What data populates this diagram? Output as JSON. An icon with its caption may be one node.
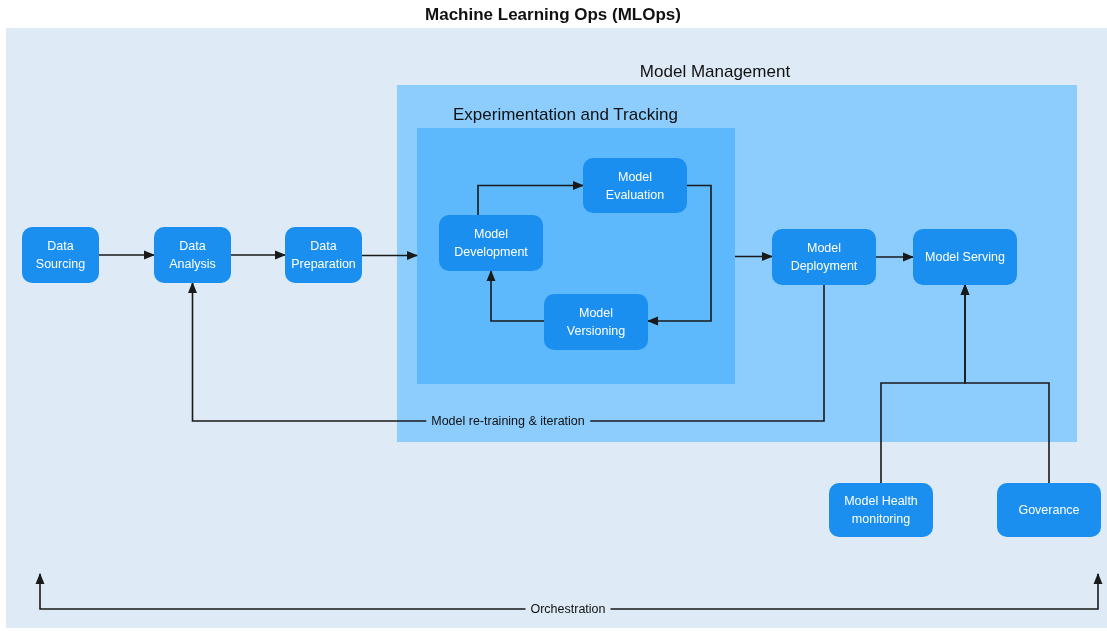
{
  "diagram": {
    "nodes": [
      {
        "text": [
          "Machine Learning Ops (MLOps)"
        ]
      },
      {
        "text": [
          "Model Management"
        ],
        "in": 0
      },
      {
        "text": [
          "Experimentation and Tracking"
        ],
        "in": 1
      },
      {
        "text": [
          "Data Sourcing"
        ],
        "in": 0
      },
      {
        "text": [
          "Data Analysis"
        ],
        "in": 0
      },
      {
        "text": [
          "Data Preparation"
        ],
        "in": 0
      },
      {
        "text": [
          "Model Development"
        ],
        "in": 2
      },
      {
        "text": [
          "Model Evaluation"
        ],
        "in": 2
      },
      {
        "text": [
          "Model Versioning"
        ],
        "in": 2
      },
      {
        "text": [
          "Model Deployment"
        ],
        "in": 1
      },
      {
        "text": [
          "Model Serving"
        ],
        "in": 1
      },
      {
        "text": [
          "Model Health monitoring"
        ],
        "in": 0
      },
      {
        "text": [
          "Goverance"
        ],
        "in": 0
      }
    ],
    "edges": [
      {
        "from": 3,
        "to": 4,
        "arrow": "to"
      },
      {
        "from": 4,
        "to": 5,
        "arrow": "to"
      },
      {
        "from": 5,
        "to": 2,
        "arrow": "to"
      },
      {
        "from": 6,
        "to": 7,
        "arrow": "to"
      },
      {
        "from": 7,
        "to": 8,
        "arrow": "to"
      },
      {
        "from": 8,
        "to": 6,
        "arrow": "to"
      },
      {
        "from": 2,
        "to": 9,
        "arrow": "to"
      },
      {
        "from": 9,
        "to": 10,
        "arrow": "to"
      },
      {
        "from": 9,
        "to": 4,
        "arrow": "to",
        "label": "Model re-training & iteration"
      },
      {
        "from": 11,
        "to": 10,
        "arrow": "to"
      },
      {
        "from": 12,
        "to": 10,
        "arrow": "to"
      }
    ],
    "labels": [
      "Orchestration"
    ]
  }
}
